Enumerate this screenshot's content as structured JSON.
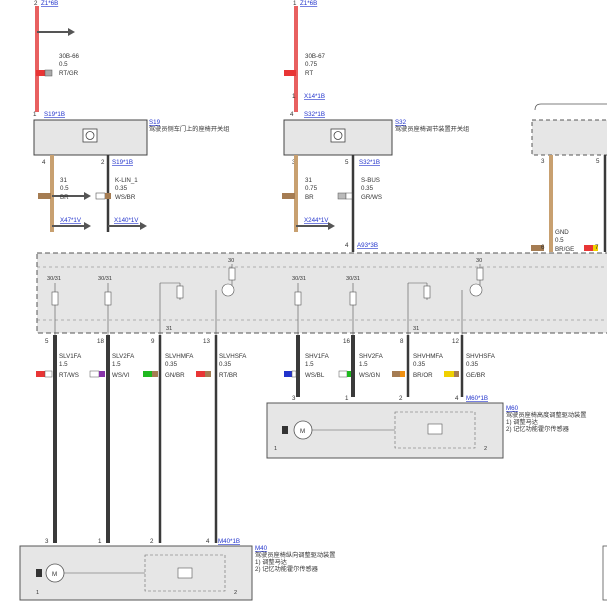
{
  "colors": {
    "red": "#e83535",
    "white": "#ffffff",
    "brown": "#a57c52",
    "tan": "#c8a070",
    "gray": "#bbbbbb",
    "green": "#1fb81f",
    "blue": "#2233cc",
    "yellow": "#f0d000",
    "orange": "#f09010",
    "violet": "#8833aa",
    "wire_dark": "#3a3a3a",
    "wire_red": "#e86060",
    "box_fill": "#e6e6e6",
    "link": "#2233cc"
  },
  "top": {
    "left": {
      "pin": "2",
      "connector": "Z1*6B",
      "wire_id": "30B-66",
      "size": "0.5",
      "color_code": "RT/GR",
      "pin_bottom": "1",
      "connector_bottom": "S19*1B"
    },
    "right": {
      "pin": "1",
      "connector": "Z1*6B",
      "wire_id": "30B-67",
      "size": "0.75",
      "color_code": "RT",
      "pin_mid": "1",
      "connector_mid": "X14*1B",
      "pin_bottom": "4",
      "connector_bottom": "S32*1B"
    }
  },
  "modules": {
    "s19": {
      "code": "S19",
      "title": "驾驶员侧车门上的座椅开关组"
    },
    "s32": {
      "code": "S32",
      "title": "驾驶员座椅调节装置开关组"
    }
  },
  "s19_out": {
    "a": {
      "pin": "4",
      "wire_id": "31",
      "size": "0.5",
      "color_code": "BR",
      "link": "X47*1V"
    },
    "b": {
      "pin": "2",
      "connector": "S19*1B",
      "wire_id": "K-LIN_1",
      "size": "0.35",
      "color_code": "WS/BR",
      "link": "X140*1V"
    }
  },
  "s32_out": {
    "a": {
      "pin": "3",
      "wire_id": "31",
      "size": "0.75",
      "color_code": "BR",
      "link": "X244*1V"
    },
    "b": {
      "pin": "5",
      "connector": "S32*1B",
      "wire_id": "S-BUS",
      "size": "0.35",
      "color_code": "GR/WS",
      "pin_bottom": "4",
      "connector_bottom": "A93*3B"
    }
  },
  "far_right": {
    "pin_a": "3",
    "pin_b": "5",
    "wire_id": "GND",
    "size": "0.5",
    "color_code": "BR/GE",
    "pin_c": "6",
    "pin_d": "7"
  },
  "big_module": {
    "label_3031": "30/31",
    "label_30": "30",
    "label_31": "31"
  },
  "outputs": [
    {
      "pin": "5",
      "wire_id": "SLV1FA",
      "size": "1.5",
      "color_code": "RT/WS"
    },
    {
      "pin": "18",
      "wire_id": "SLV2FA",
      "size": "1.5",
      "color_code": "WS/VI"
    },
    {
      "pin": "9",
      "wire_id": "SLVHMFA",
      "size": "0.35",
      "color_code": "GN/BR"
    },
    {
      "pin": "13",
      "wire_id": "SLVHSFA",
      "size": "0.35",
      "color_code": "RT/BR"
    },
    {
      "pin": "",
      "wire_id": "SHV1FA",
      "size": "1.5",
      "color_code": "WS/BL"
    },
    {
      "pin": "16",
      "wire_id": "SHV2FA",
      "size": "1.5",
      "color_code": "WS/GN"
    },
    {
      "pin": "8",
      "wire_id": "SHVHMFA",
      "size": "0.35",
      "color_code": "BR/OR"
    },
    {
      "pin": "12",
      "wire_id": "SHVHSFA",
      "size": "0.35",
      "color_code": "GE/BR"
    }
  ],
  "m60": {
    "pins": [
      "3",
      "1",
      "2",
      "4"
    ],
    "connector": "M60*1B",
    "code": "M60",
    "title": "驾驶员座椅高度调整驱动装置",
    "item1": "1)   调整马达",
    "item2": "2)   记忆功能霍尔传感器",
    "num1": "1",
    "num2": "2"
  },
  "m40": {
    "pins": [
      "3",
      "1",
      "2",
      "4"
    ],
    "connector": "M40*1B",
    "code": "M40",
    "title": "驾驶员座椅纵向调整驱动装置",
    "item1": "1)   调整马达",
    "item2": "2)   记忆功能霍尔传感器",
    "num1": "1",
    "num2": "2"
  }
}
